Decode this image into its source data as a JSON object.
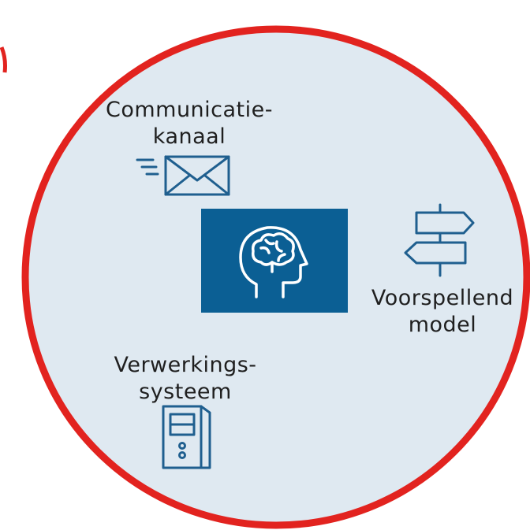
{
  "colors": {
    "circle_fill": "#dfe9f1",
    "circle_stroke": "#e2231f",
    "icon_blue": "#1f5f8f",
    "center_box": "#0b5f94",
    "text": "#1f1f1f"
  },
  "nodes": {
    "communication_channel": {
      "line1": "Communicatie-",
      "line2": "kanaal",
      "icon": "envelope-icon"
    },
    "predictive_model": {
      "line1": "Voorspellend",
      "line2": "model",
      "icon": "signpost-icon"
    },
    "processing_system": {
      "line1": "Verwerkings-",
      "line2": "systeem",
      "icon": "server-icon"
    },
    "center": {
      "icon": "brain-head-icon"
    }
  }
}
